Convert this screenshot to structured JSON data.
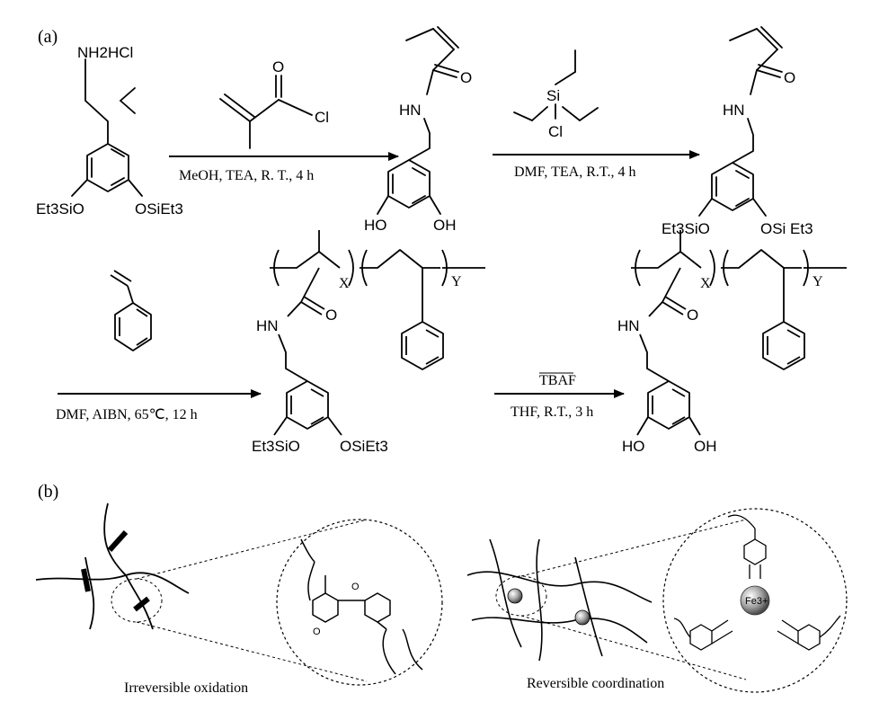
{
  "panel_a_label": "(a)",
  "panel_b_label": "(b)",
  "dopamine": {
    "amine": "NH2HCl",
    "osi_left": "Et3SiO",
    "osi_right": "OSiEt3"
  },
  "reagent1": {
    "carbonyl_o": "O",
    "cl": "Cl"
  },
  "arrow1_conditions": "MeOH, TEA, R. T., 4 h",
  "dma": {
    "o": "O",
    "hn": "HN",
    "ho": "HO",
    "oh": "OH"
  },
  "reagent2": {
    "si": "Si",
    "cl": "Cl"
  },
  "arrow2_conditions": "DMF, TEA, R.T., 4 h",
  "protected_dma": {
    "o": "O",
    "hn": "HN",
    "osi_left": "Et3SiO",
    "osi_right": "OSi Et3"
  },
  "arrow3_conditions": "DMF, AIBN, 65℃, 12 h",
  "copolymer_protected": {
    "x": "X",
    "y": "Y",
    "hn": "HN",
    "o": "O",
    "osi_left": "Et3SiO",
    "osi_right": "OSiEt3"
  },
  "arrow4_reagent": "TBAF",
  "arrow4_conditions": "THF, R.T., 3 h",
  "copolymer": {
    "x": "X",
    "y": "Y",
    "hn": "HN",
    "o": "O",
    "ho": "HO",
    "oh": "OH"
  },
  "panel_b": {
    "left_caption": "Irreversible oxidation",
    "right_caption": "Reversible coordination",
    "quinone_o": "O",
    "fe_label": "Fe3+",
    "ring_o": "O"
  }
}
